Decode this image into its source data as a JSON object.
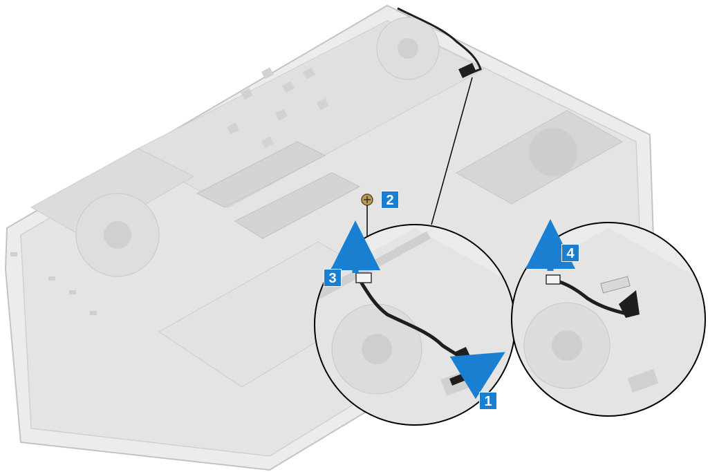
{
  "callouts": [
    {
      "step": "1"
    },
    {
      "step": "2"
    },
    {
      "step": "3"
    },
    {
      "step": "4"
    }
  ],
  "colors": {
    "chassis": "#ececec",
    "chassis_edge": "#c4c4c4",
    "detail": "#d6d6d6",
    "cable": "#1e1e1e",
    "accent_blue": "#1a7fd0",
    "leader_line": "#000000"
  }
}
